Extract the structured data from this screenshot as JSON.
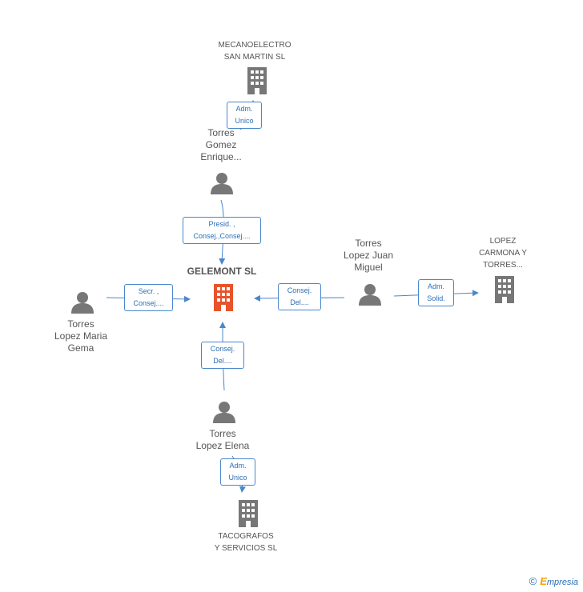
{
  "center": {
    "name": "GELEMONT SL"
  },
  "companies": {
    "mecanoelectro": "MECANOELECTRO\nSAN MARTIN SL",
    "lopez_carmona": "LOPEZ\nCARMONA Y\nTORRES...",
    "tacografos": "TACOGRAFOS\nY SERVICIOS SL"
  },
  "people": {
    "torres_gomez": "Torres\nGomez\nEnrique...",
    "torres_juan": "Torres\nLopez Juan\nMiguel",
    "torres_maria": "Torres\nLopez Maria\nGema",
    "torres_elena": "Torres\nLopez Elena"
  },
  "roles": {
    "gomez_to_mecano": "Adm.\nUnico",
    "gomez_to_center": "Presid. ,\nConsej.,Consej....",
    "juan_to_center": "Consej.\nDel....",
    "juan_to_lopez": "Adm.\nSolid.",
    "maria_to_center": "Secr. ,\nConsej....",
    "elena_to_center": "Consej.\nDel....",
    "elena_to_taco": "Adm.\nUnico"
  },
  "footer": {
    "copyright": "©",
    "brand_initial": "E",
    "brand_rest": "mpresia"
  },
  "colors": {
    "center_icon": "#e8532b",
    "icon": "#777777",
    "edge": "#4a87cc"
  }
}
